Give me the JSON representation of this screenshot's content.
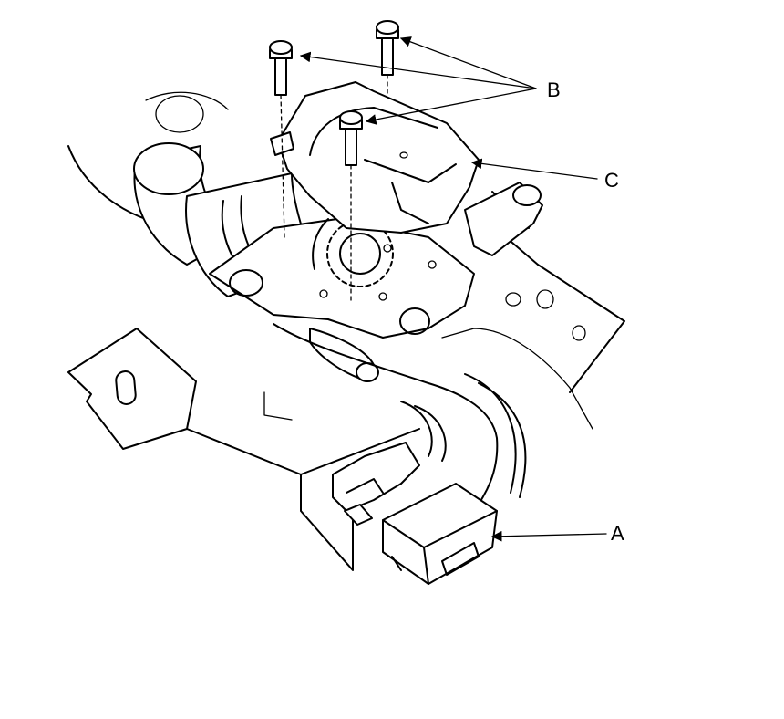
{
  "figure": {
    "callouts": [
      {
        "id": "A",
        "text": "A"
      },
      {
        "id": "B",
        "text": "B"
      },
      {
        "id": "C",
        "text": "C"
      }
    ]
  }
}
